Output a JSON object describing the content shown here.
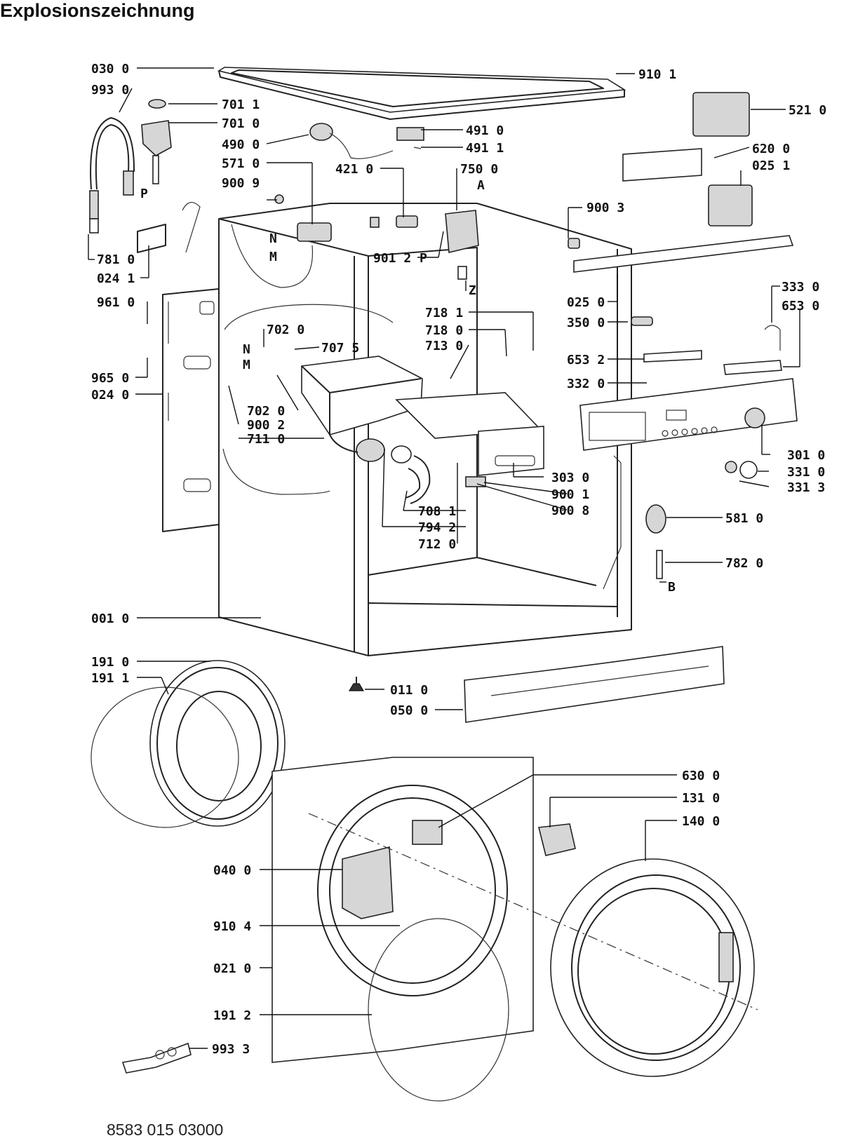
{
  "title": "Explosionszeichnung",
  "footer_code": "8583 015 03000",
  "labels": {
    "030_0": "030 0",
    "993_0": "993 0",
    "701_1": "701 1",
    "701_0": "701 0",
    "490_0": "490 0",
    "571_0": "571 0",
    "900_9": "900 9",
    "491_0": "491 0",
    "491_1": "491 1",
    "421_0": "421 0",
    "750_0": "750 0",
    "A": "A",
    "910_1": "910 1",
    "521_0": "521 0",
    "620_0": "620 0",
    "025_1": "025 1",
    "900_3": "900 3",
    "N1": "N",
    "M1": "M",
    "901_2": "901 2",
    "P1": "P",
    "Z": "Z",
    "P2": "P",
    "781_0": "781 0",
    "024_1": "024 1",
    "961_0": "961 0",
    "025_0": "025 0",
    "333_0": "333 0",
    "653_0": "653 0",
    "718_1": "718 1",
    "718_0": "718 0",
    "713_0": "713 0",
    "350_0": "350 0",
    "702_0a": "702 0",
    "N2": "N",
    "707_5": "707 5",
    "M2": "M",
    "653_2": "653 2",
    "965_0": "965 0",
    "024_0": "024 0",
    "332_0": "332 0",
    "702_0b": "702 0",
    "900_2": "900 2",
    "711_0": "711 0",
    "301_0": "301 0",
    "331_0": "331 0",
    "331_3": "331 3",
    "303_0": "303 0",
    "900_1": "900 1",
    "900_8": "900 8",
    "708_1": "708 1",
    "794_2": "794 2",
    "712_0": "712 0",
    "581_0": "581 0",
    "782_0": "782 0",
    "B": "B",
    "001_0": "001 0",
    "191_0": "191 0",
    "191_1": "191 1",
    "011_0": "011 0",
    "050_0": "050 0",
    "630_0": "630 0",
    "131_0": "131 0",
    "140_0": "140 0",
    "040_0": "040 0",
    "910_4": "910 4",
    "021_0": "021 0",
    "191_2": "191 2",
    "993_3": "993 3"
  }
}
